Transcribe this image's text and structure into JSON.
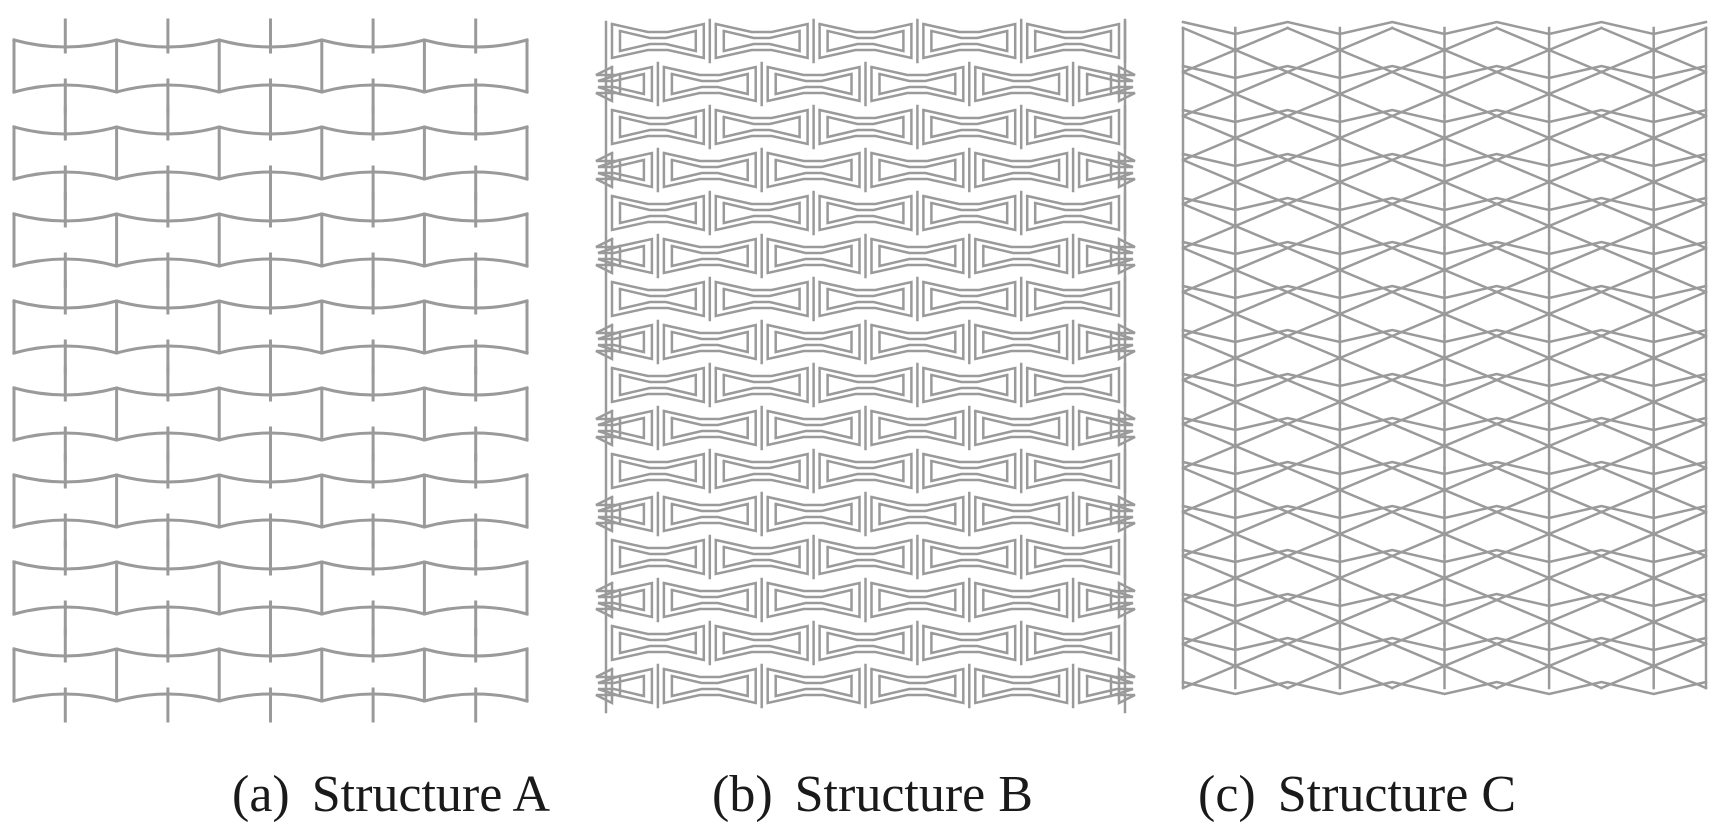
{
  "figure": {
    "panels": [
      {
        "id": "a",
        "label": "(a)",
        "name": "Structure A"
      },
      {
        "id": "b",
        "label": "(b)",
        "name": "Structure B"
      },
      {
        "id": "c",
        "label": "(c)",
        "name": "Structure C"
      }
    ]
  },
  "colors": {
    "lattice_stroke": "#9a9a9a",
    "caption_text": "#1a1a1a",
    "background": "#ffffff"
  }
}
